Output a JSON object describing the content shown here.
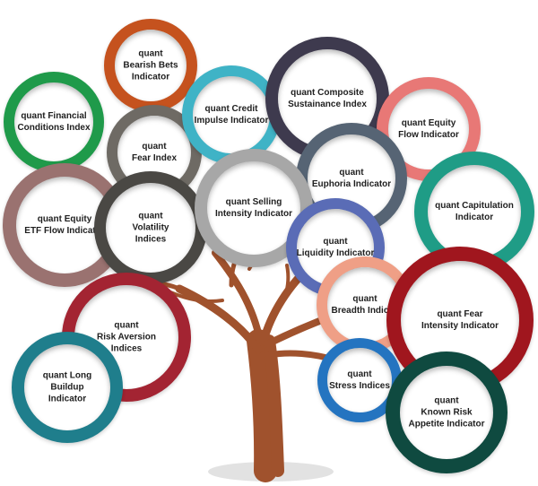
{
  "colors": {
    "trunk": "#a0522d",
    "shadow": "#e2e2e2",
    "text": "#1f1f1f"
  },
  "bubbles": [
    {
      "id": "fin-cond",
      "color": "#1f9a4a",
      "lines": [
        "quant Financial",
        "Conditions Index"
      ]
    },
    {
      "id": "bearish",
      "color": "#c5521e",
      "lines": [
        "quant",
        "Bearish Bets",
        "Indicator"
      ]
    },
    {
      "id": "fear",
      "color": "#6e6a64",
      "lines": [
        "quant",
        "Fear Index"
      ]
    },
    {
      "id": "credit",
      "color": "#3fb3c6",
      "lines": [
        "quant Credit",
        "Impulse Indicator"
      ]
    },
    {
      "id": "composite",
      "color": "#3e3a4e",
      "lines": [
        "quant Composite",
        "Sustainance Index"
      ]
    },
    {
      "id": "equity-flow",
      "color": "#e87876",
      "lines": [
        "quant Equity",
        "Flow Indicator"
      ]
    },
    {
      "id": "euphoria",
      "color": "#566474",
      "lines": [
        "quant",
        "Euphoria Indicator"
      ]
    },
    {
      "id": "capitulation",
      "color": "#1f9c86",
      "lines": [
        "quant Capitulation",
        "Indicator"
      ]
    },
    {
      "id": "etf-flow",
      "color": "#9a7270",
      "lines": [
        "quant Equity",
        "ETF Flow Indicator"
      ]
    },
    {
      "id": "volatility",
      "color": "#4a4844",
      "lines": [
        "quant",
        "Volatility",
        "Indices"
      ]
    },
    {
      "id": "selling",
      "color": "#a7a7a7",
      "lines": [
        "quant Selling",
        "Intensity Indicator"
      ]
    },
    {
      "id": "liquidity",
      "color": "#5a6cb6",
      "lines": [
        "quant",
        "Liquidity Indicator"
      ]
    },
    {
      "id": "breadth",
      "color": "#ef9f86",
      "lines": [
        "quant",
        "Breadth Indices"
      ]
    },
    {
      "id": "fear-intensity",
      "color": "#a0161e",
      "lines": [
        "quant Fear",
        "Intensity Indicator"
      ]
    },
    {
      "id": "risk-aversion",
      "color": "#a32432",
      "lines": [
        "quant",
        "Risk Aversion",
        "Indices"
      ]
    },
    {
      "id": "stress",
      "color": "#2474c0",
      "lines": [
        "quant",
        "Stress Indices"
      ]
    },
    {
      "id": "long-buildup",
      "color": "#1f7e8c",
      "lines": [
        "quant Long",
        "Buildup",
        "Indicator"
      ]
    },
    {
      "id": "known-risk",
      "color": "#0f4a40",
      "lines": [
        "quant",
        "Known Risk",
        "Appetite Indicator"
      ]
    }
  ]
}
